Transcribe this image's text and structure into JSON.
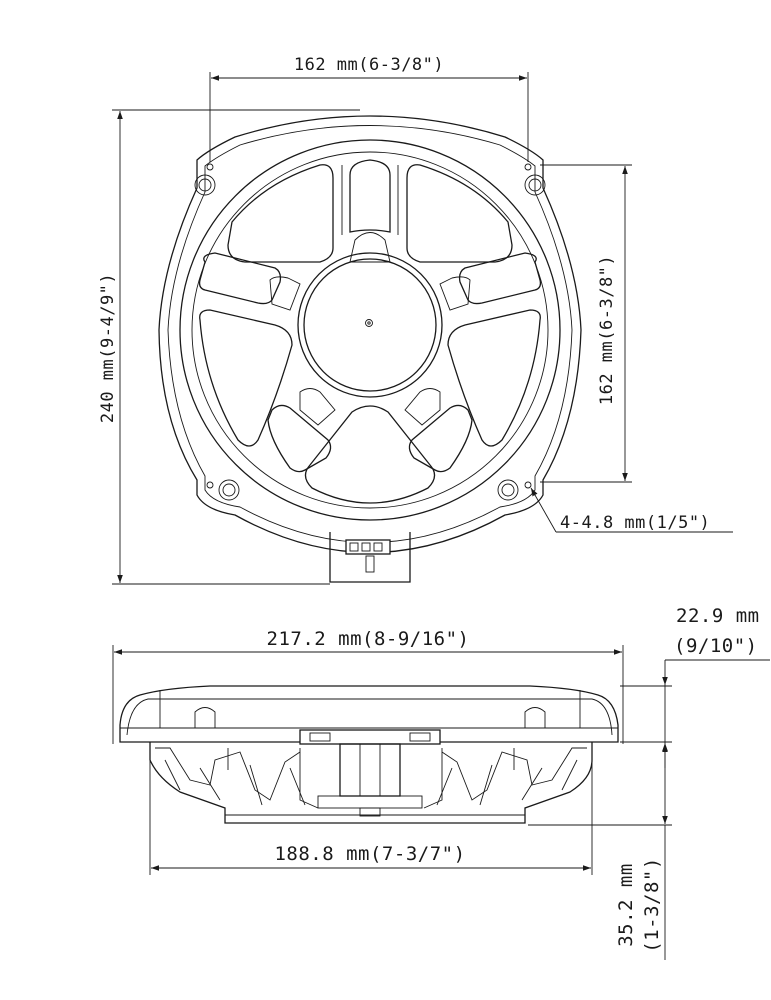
{
  "dimensions": {
    "top_mounting_width": "162 mm(6-3/8\")",
    "overall_height": "240 mm(9-4/9\")",
    "right_mounting_height": "162 mm(6-3/8\")",
    "mounting_holes": "4-4.8 mm(1/5\")",
    "overall_width": "217.2 mm(8-9/16\")",
    "flange_thickness_value": "22.9 mm",
    "flange_thickness_inch": "(9/10\")",
    "cutout_diameter": "188.8 mm(7-3/7\")",
    "mounting_depth_value": "35.2 mm",
    "mounting_depth_inch": "(1-3/8\")"
  }
}
